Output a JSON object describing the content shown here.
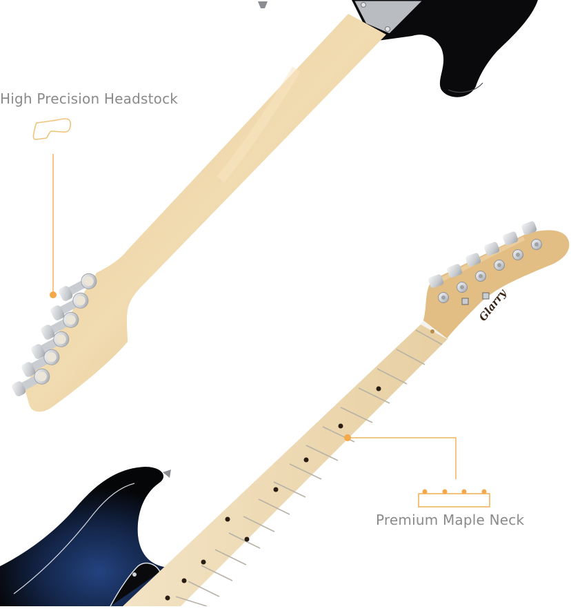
{
  "callouts": {
    "headstock": {
      "label": "High Precision Headstock",
      "icon": "headstock-outline-icon"
    },
    "neck": {
      "label": "Premium Maple Neck",
      "icon": "fretboard-icon"
    }
  },
  "brand_logo": "Glarry",
  "colors": {
    "accent": "#f0b25a",
    "label_text": "#8a8a8a",
    "maple": "#e9d3a8",
    "maple_dark": "#d8b077",
    "body_black": "#0b0b0d",
    "body_blue": "#1d3a78",
    "chrome": "#d7d9dc"
  }
}
